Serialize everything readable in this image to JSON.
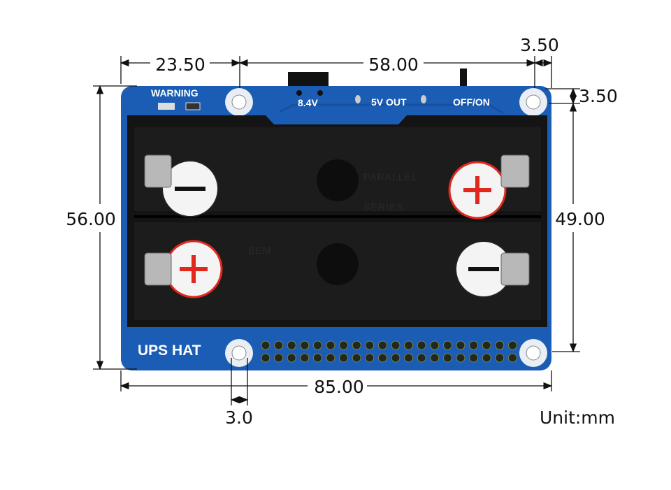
{
  "board": {
    "name": "UPS HAT",
    "labels": {
      "warning": "WARNING",
      "v84": "8.4V",
      "out": "5V OUT",
      "switch": "OFF/ON"
    },
    "holder_markings": {
      "parallel": "PARALLEL",
      "series": "SERIES",
      "brand": "BEM"
    },
    "colors": {
      "pcb": "#1b5db5",
      "holder": "#141414",
      "plus": "#e0281e"
    }
  },
  "dimensions": {
    "top_left": "23.50",
    "top_mid": "58.00",
    "top_right": "3.50",
    "right_top": "3.50",
    "right_height": "49.00",
    "left_height": "56.00",
    "bottom_width": "85.00",
    "hole_diameter": "3.0",
    "unit": "Unit:mm"
  }
}
